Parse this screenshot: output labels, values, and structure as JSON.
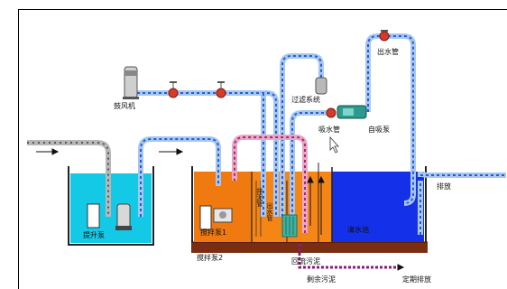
{
  "labels": {
    "blower": "鼓风机",
    "lift_pump": "提升泵",
    "mix_pump_1": "搅拌泵1",
    "mix_pump_2": "搅拌泵2",
    "filter_system": "过滤系统",
    "suction_pipe": "吸水管",
    "self_priming_pump": "自吸泵",
    "outlet_pipe": "出水管",
    "discharge": "排放",
    "return_sludge": "回流污泥",
    "excess_sludge": "剩余污泥",
    "periodic_discharge": "定期排放",
    "clear_water_tank": "清水池",
    "pipe_vertical_a": "排泥管",
    "pipe_vertical_b": "出水管"
  },
  "colors": {
    "frame": "#000000",
    "inflow_pipe": "#b7b7b7",
    "aeration_pipe": "#a9c7ee",
    "pipe_dots": "#1f5fd6",
    "sludge_pipe": "#e7a9c8",
    "excess_pipe": "#8e1b78",
    "lift_tank": "#14c9e6",
    "anoxic_tank": "#f07a10",
    "mbr_tank": "#f58616",
    "clear_tank": "#1430e8",
    "base": "#7a2d10",
    "valve": "#d83a2a",
    "membrane": "#3fb3a0"
  }
}
